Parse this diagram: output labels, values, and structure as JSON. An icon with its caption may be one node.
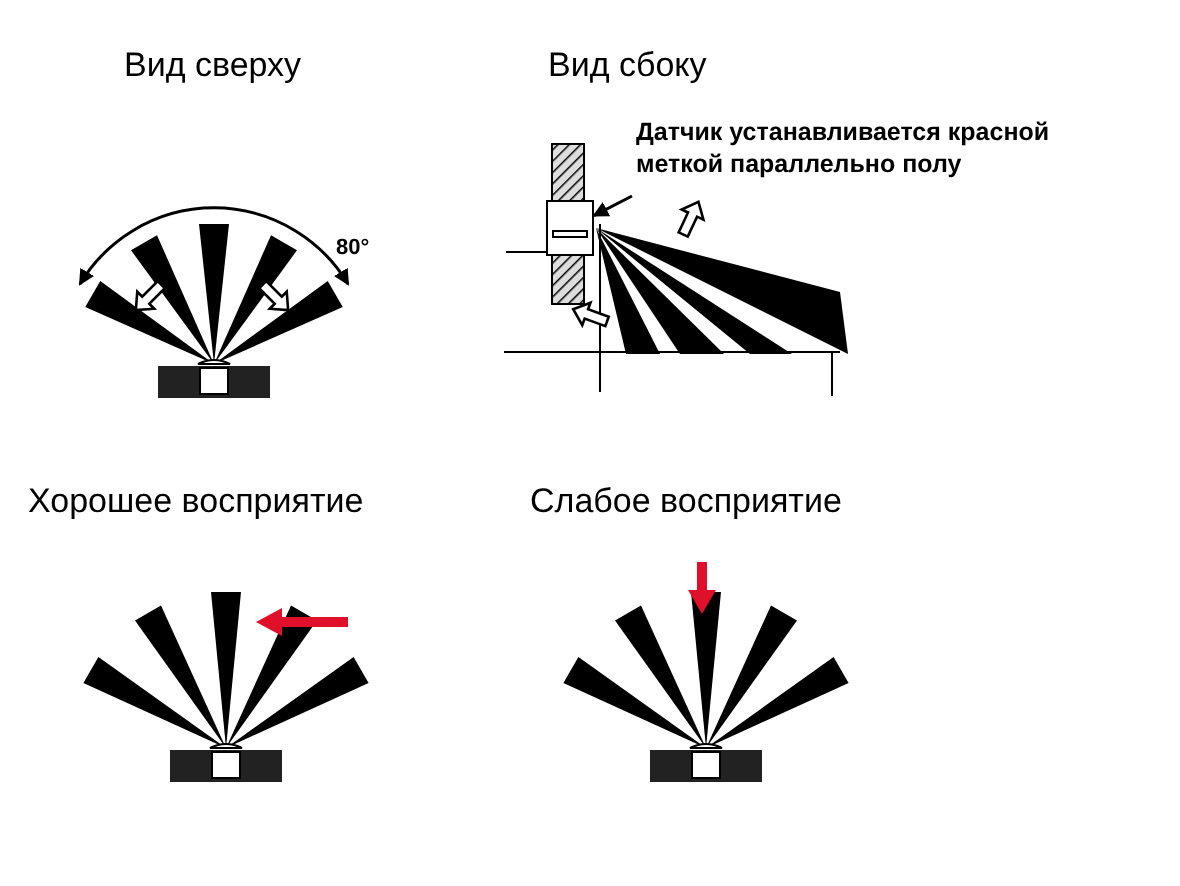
{
  "diagram": {
    "nodes": [
      {
        "text": [
          "Датчик устанавливается красной меткой параллельно полу"
        ]
      },
      {
        "text": [],
        "shape": "box"
      }
    ],
    "edges": [
      {
        "from": 0,
        "to": 1,
        "arrow": "to"
      }
    ],
    "labels": [
      "Вид сверху",
      "Вид сбоку",
      "80°",
      "Хорошее восприятие",
      "Слабое восприятие"
    ]
  }
}
